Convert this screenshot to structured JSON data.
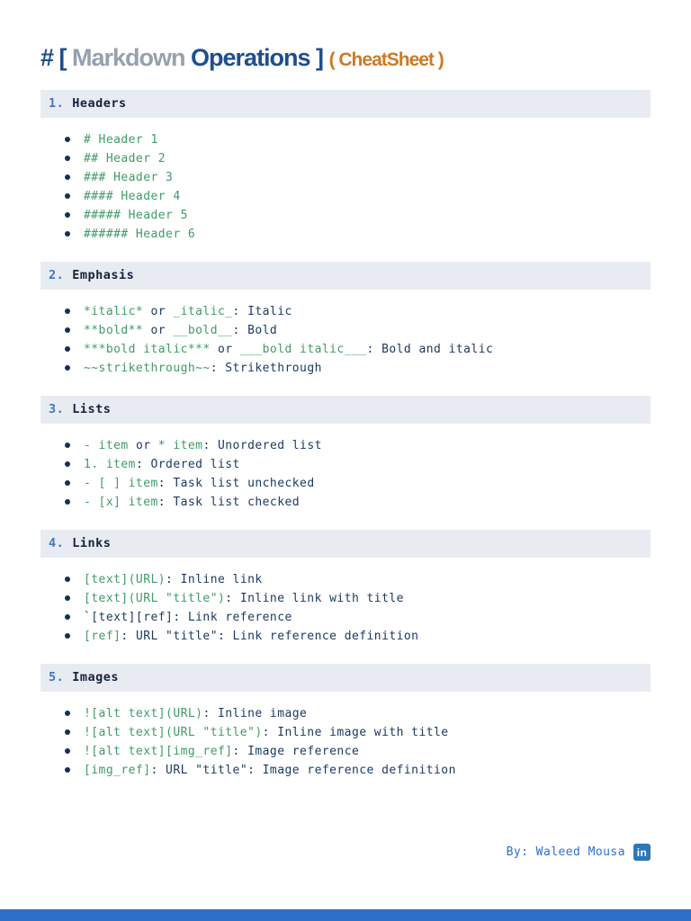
{
  "title": {
    "part1": "# [ ",
    "part2": "Markdown ",
    "part3": "Operations ] ",
    "part4": "( CheatSheet )"
  },
  "colors": {
    "title_navy": "#1e4e8f",
    "title_gray": "#96a1ae",
    "title_orange": "#cd7a24",
    "section_bar_bg": "#e8ebf2",
    "section_number_blue": "#3d79c4",
    "section_title_navy": "#16233c",
    "code_green": "#3f9c66",
    "text_navy": "#1c3a63",
    "bullet_navy": "#132f57",
    "footer_blue": "#2d6fd6",
    "linkedin_blue": "#2d77b5",
    "bottom_bar_blue": "#2d6fc9"
  },
  "sections": [
    {
      "number": "1.",
      "title": "Headers",
      "items": [
        [
          {
            "text": "# Header 1",
            "type": "code"
          }
        ],
        [
          {
            "text": "## Header 2",
            "type": "code"
          }
        ],
        [
          {
            "text": "### Header 3",
            "type": "code"
          }
        ],
        [
          {
            "text": "#### Header 4",
            "type": "code"
          }
        ],
        [
          {
            "text": "##### Header 5",
            "type": "code"
          }
        ],
        [
          {
            "text": "###### Header 6",
            "type": "code"
          }
        ]
      ]
    },
    {
      "number": "2.",
      "title": "Emphasis",
      "items": [
        [
          {
            "text": "*italic*",
            "type": "code"
          },
          {
            "text": " or ",
            "type": "text"
          },
          {
            "text": "_italic_",
            "type": "code"
          },
          {
            "text": ": Italic",
            "type": "text"
          }
        ],
        [
          {
            "text": "**bold**",
            "type": "code"
          },
          {
            "text": " or ",
            "type": "text"
          },
          {
            "text": "__bold__",
            "type": "code"
          },
          {
            "text": ": Bold",
            "type": "text"
          }
        ],
        [
          {
            "text": "***bold italic***",
            "type": "code"
          },
          {
            "text": " or ",
            "type": "text"
          },
          {
            "text": "___bold italic___",
            "type": "code"
          },
          {
            "text": ": Bold and italic",
            "type": "text"
          }
        ],
        [
          {
            "text": "~~strikethrough~~",
            "type": "code"
          },
          {
            "text": ": Strikethrough",
            "type": "text"
          }
        ]
      ]
    },
    {
      "number": "3.",
      "title": "Lists",
      "items": [
        [
          {
            "text": "- item",
            "type": "code"
          },
          {
            "text": " or ",
            "type": "text"
          },
          {
            "text": "* item",
            "type": "code"
          },
          {
            "text": ": Unordered list",
            "type": "text"
          }
        ],
        [
          {
            "text": "1. item",
            "type": "code"
          },
          {
            "text": ": Ordered list",
            "type": "text"
          }
        ],
        [
          {
            "text": "- [ ] item",
            "type": "code"
          },
          {
            "text": ": Task list unchecked",
            "type": "text"
          }
        ],
        [
          {
            "text": "- [x] item",
            "type": "code"
          },
          {
            "text": ": Task list checked",
            "type": "text"
          }
        ]
      ]
    },
    {
      "number": "4.",
      "title": "Links",
      "items": [
        [
          {
            "text": "[text](URL)",
            "type": "code"
          },
          {
            "text": ": Inline link",
            "type": "text"
          }
        ],
        [
          {
            "text": "[text](URL \"title\")",
            "type": "code"
          },
          {
            "text": ": Inline link with title",
            "type": "text"
          }
        ],
        [
          {
            "text": "`[text][ref]: Link reference",
            "type": "text"
          }
        ],
        [
          {
            "text": "[ref]",
            "type": "code"
          },
          {
            "text": ": URL \"title\": Link reference definition",
            "type": "text"
          }
        ]
      ]
    },
    {
      "number": "5.",
      "title": "Images",
      "items": [
        [
          {
            "text": "![alt text](URL)",
            "type": "code"
          },
          {
            "text": ": Inline image",
            "type": "text"
          }
        ],
        [
          {
            "text": "![alt text](URL \"title\")",
            "type": "code"
          },
          {
            "text": ": Inline image with title",
            "type": "text"
          }
        ],
        [
          {
            "text": "![alt text][img_ref]",
            "type": "code"
          },
          {
            "text": ": Image reference",
            "type": "text"
          }
        ],
        [
          {
            "text": "[img_ref]",
            "type": "code"
          },
          {
            "text": ": URL \"title\": Image reference definition",
            "type": "text"
          }
        ]
      ]
    }
  ],
  "footer": {
    "byline": "By: Waleed Mousa",
    "linkedin_label": "in"
  }
}
